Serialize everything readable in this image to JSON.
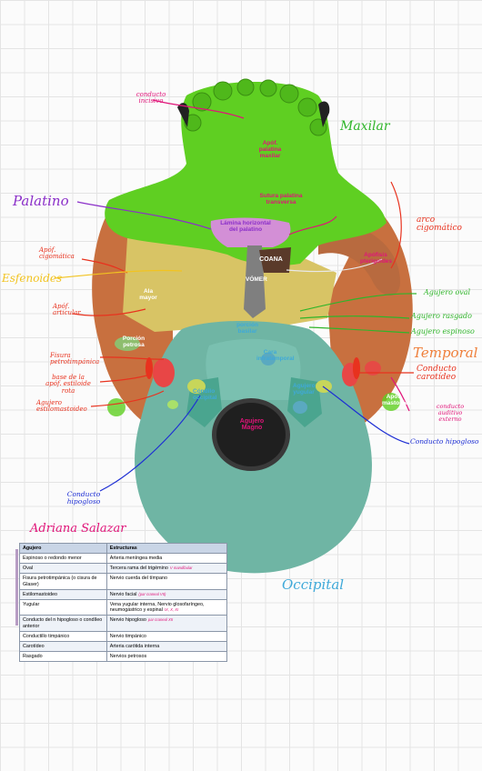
{
  "labels": {
    "conducto_incisivo": "conducto incisivo",
    "maxilar": "Maxilar",
    "apof_palatina": "Apóf. palatina maxilar",
    "sutura_palatina": "Sutura palatina transversa",
    "lamina_palatino": "Lámina horizontal del palatino",
    "palatino": "Palatino",
    "apof_cigomatica": "Apóf. cigomática",
    "esfenoides": "Esfenoides",
    "apof_articular": "Apóf. articular",
    "vomer": "VÓMER",
    "coana": "COANA",
    "arco_cigomatico": "arco cigomático",
    "apofisis_pterigoides": "Apófisis pterigoides",
    "agujero_oval": "Agujero oval",
    "agujero_rasgado": "Agujero rasgado",
    "agujero_espinoso": "Agujero espinoso",
    "porcion_basilar": "porción basilar",
    "temporal": "Temporal",
    "fisura_petrotimpanica": "Fisura petrotimpánica",
    "base_apof_estiloide": "base de la apóf. estiloide rota",
    "conducto_carotideo": "Conducto carotídeo",
    "agujero_estilomastoideo": "Agujero estilomastoideo",
    "conducto_auditivo": "conducto auditivo externo",
    "conducto_hipogloso_r": "Conducto hipogloso",
    "conducto_hipogloso_l": "Conducto hipogloso",
    "agujero_magno": "Agujero Magno",
    "occipital": "Occipital",
    "author": "Adriana Salazar",
    "cara_inf": "Cara infratemporal",
    "apof_mastoides": "Apóf. mastoides",
    "porcion_petrosa": "Porción petrosa",
    "agujero_yugular": "Agujero yugular",
    "condilo": "Cóndilo occipital",
    "ala_mayor": "Ala mayor"
  },
  "table": {
    "headers": [
      "Agujero",
      "Estructuras"
    ],
    "rows": [
      {
        "agujero": "Espinoso o redondo menor",
        "estructuras": "Arteria meníngea media",
        "note": ""
      },
      {
        "agujero": "Oval",
        "estructuras": "Tercera rama del trigémino",
        "note": "V mandibular"
      },
      {
        "agujero": "Fisura petrotimpánica (o cisura de Glaser)",
        "estructuras": "Nervio cuerda del tímpano",
        "note": ""
      },
      {
        "agujero": "Estilomastoideo",
        "estructuras": "Nervio facial",
        "note": "(par craneal VII)"
      },
      {
        "agujero": "Yugular",
        "estructuras": "Vena yugular interna, Nervio glosofaríngeo, neumogástrico y espinal",
        "note": "IX, X, XI"
      },
      {
        "agujero": "Conducto del n hipogloso o condíleo anterior",
        "estructuras": "Nervio hipogloso",
        "note": "par craneal XII"
      },
      {
        "agujero": "Conductillo timpánico",
        "estructuras": "Nervio timpánico",
        "note": ""
      },
      {
        "agujero": "Carotídeo",
        "estructuras": "Arteria carótida interna",
        "note": ""
      },
      {
        "agujero": "Rasgado",
        "estructuras": "Nervios petrosos",
        "note": ""
      }
    ]
  },
  "colors": {
    "maxilar": "#5fcf22",
    "palatino": "#d38fd6",
    "esfenoides": "#d8c465",
    "temporal": "#c8703f",
    "occipital": "#6fb5a4",
    "vomer": "#7f7f7f"
  }
}
